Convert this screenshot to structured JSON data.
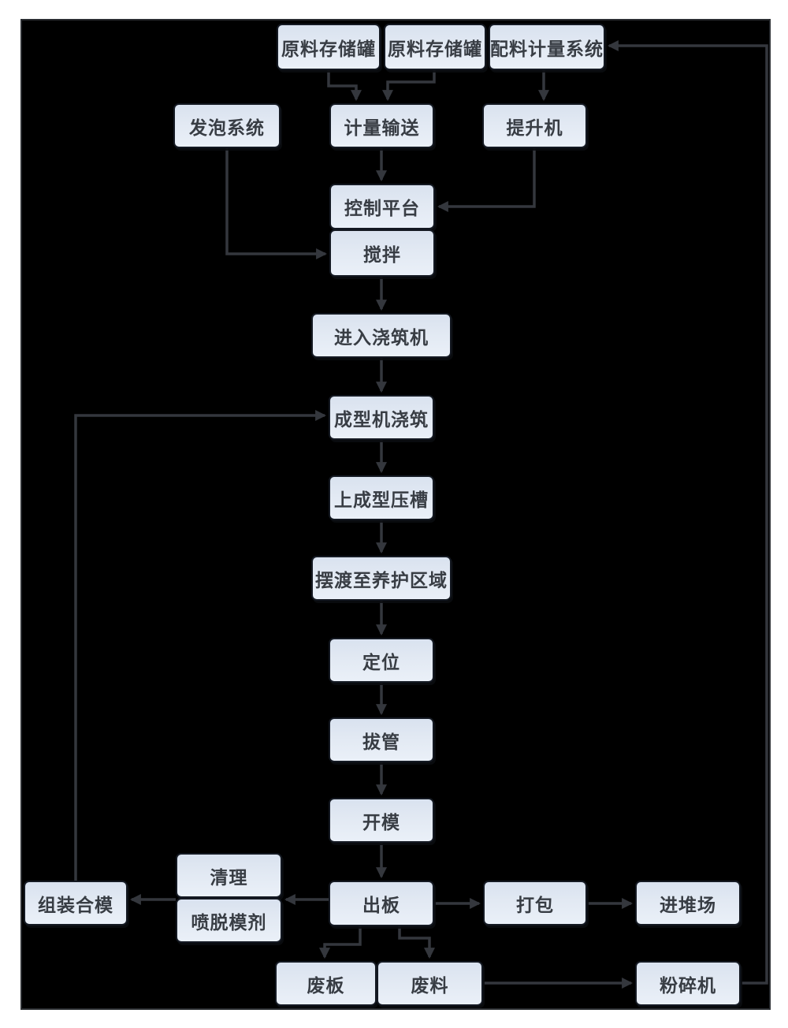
{
  "page": {
    "background": "#ffffff"
  },
  "canvas": {
    "background": "#000000",
    "border_color": "#2a2d31"
  },
  "style": {
    "node_fill_top": "#d9e2ef",
    "node_fill_bottom": "#eaf0f8",
    "node_border": "#141922",
    "node_text_color": "#383d44",
    "connector_color": "#34373d"
  },
  "diagram": {
    "type": "flowchart",
    "title": "AAC panel production process flow (Chinese labels)",
    "nodes": [
      {
        "id": "raw-tank-1",
        "label": "原料存储罐"
      },
      {
        "id": "raw-tank-2",
        "label": "原料存储罐"
      },
      {
        "id": "batching-system",
        "label": "配料计量系统"
      },
      {
        "id": "foaming-system",
        "label": "发泡系统"
      },
      {
        "id": "metering-conveying",
        "label": "计量输送"
      },
      {
        "id": "hoist",
        "label": "提升机"
      },
      {
        "id": "control-platform",
        "label": "控制平台"
      },
      {
        "id": "mixing",
        "label": "搅拌"
      },
      {
        "id": "enter-pouring",
        "label": "进入浇筑机"
      },
      {
        "id": "molding-pouring",
        "label": "成型机浇筑"
      },
      {
        "id": "forming-groove",
        "label": "上成型压槽"
      },
      {
        "id": "ferry-curing",
        "label": "摆渡至养护区域"
      },
      {
        "id": "positioning",
        "label": "定位"
      },
      {
        "id": "pipe-pulling",
        "label": "拔管"
      },
      {
        "id": "mold-opening",
        "label": "开模"
      },
      {
        "id": "cleaning",
        "label": "清理"
      },
      {
        "id": "spray-release",
        "label": "喷脱模剂"
      },
      {
        "id": "assembly",
        "label": "组装合模"
      },
      {
        "id": "board-out",
        "label": "出板"
      },
      {
        "id": "packing",
        "label": "打包"
      },
      {
        "id": "stockyard",
        "label": "进堆场"
      },
      {
        "id": "waste-board",
        "label": "废板"
      },
      {
        "id": "waste-material",
        "label": "废料"
      },
      {
        "id": "crusher",
        "label": "粉碎机"
      }
    ],
    "edges": [
      {
        "from": "raw-tank-1",
        "to": "metering-conveying"
      },
      {
        "from": "raw-tank-2",
        "to": "metering-conveying"
      },
      {
        "from": "batching-system",
        "to": "hoist"
      },
      {
        "from": "metering-conveying",
        "to": "control-platform"
      },
      {
        "from": "hoist",
        "to": "control-platform"
      },
      {
        "from": "foaming-system",
        "to": "mixing"
      },
      {
        "from": "mixing",
        "to": "enter-pouring"
      },
      {
        "from": "enter-pouring",
        "to": "molding-pouring"
      },
      {
        "from": "molding-pouring",
        "to": "forming-groove"
      },
      {
        "from": "forming-groove",
        "to": "ferry-curing"
      },
      {
        "from": "ferry-curing",
        "to": "positioning"
      },
      {
        "from": "positioning",
        "to": "pipe-pulling"
      },
      {
        "from": "pipe-pulling",
        "to": "mold-opening"
      },
      {
        "from": "mold-opening",
        "to": "board-out"
      },
      {
        "from": "board-out",
        "to": "cleaning"
      },
      {
        "from": "cleaning",
        "to": "assembly"
      },
      {
        "from": "assembly",
        "to": "molding-pouring"
      },
      {
        "from": "board-out",
        "to": "waste-board"
      },
      {
        "from": "board-out",
        "to": "waste-material"
      },
      {
        "from": "board-out",
        "to": "packing"
      },
      {
        "from": "packing",
        "to": "stockyard"
      },
      {
        "from": "waste-material",
        "to": "crusher"
      },
      {
        "from": "crusher",
        "to": "batching-system"
      }
    ]
  }
}
